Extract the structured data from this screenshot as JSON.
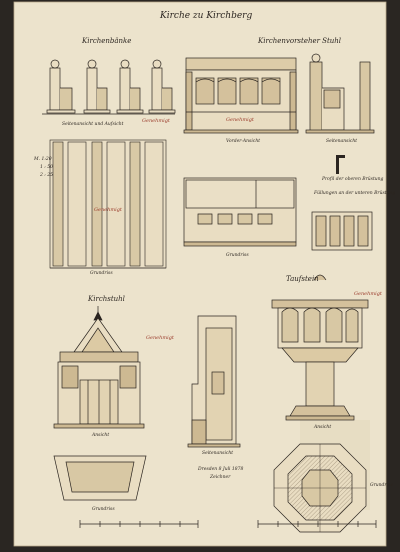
{
  "sheet": {
    "title": "Kirche zu Kirchberg",
    "paper_color": "#ece3cc",
    "ink_color": "#2b2520",
    "wash_color": "#c9b48c",
    "stamp_color": "#9a3a2a"
  },
  "sections": {
    "pew_ends": {
      "heading": "Kirchenbänke",
      "caption": "Seitenansicht und Aufsicht",
      "stamp": "Genehmigt"
    },
    "church_council_chair": {
      "heading": "Kirchenvorsteher Stuhl",
      "front_caption": "Vorder-Ansicht",
      "side_caption": "Seitenansicht",
      "plan_caption": "Grundriss",
      "stamp": "Genehmigt"
    },
    "floor_plan": {
      "caption": "Grundriss",
      "stamp": "Genehmigt",
      "scale_note_lines": [
        "M. 1:20",
        "1 : 50",
        "2 : 25"
      ]
    },
    "profile_note": "Profil der oberen Brüstung",
    "lower_panel_note": "Füllungen an der unteren Brüstung",
    "pulpit": {
      "heading": "Kirchstuhl",
      "front_caption": "Ansicht",
      "side_caption": "Seitenansicht",
      "plan_caption": "Grundriss",
      "stamp": "Genehmigt"
    },
    "font": {
      "heading": "Taufstein",
      "front_caption": "Ansicht",
      "plan_caption": "Grundriss",
      "stamp": "Genehmigt"
    },
    "signature": {
      "place_date": "Dresden 8 Juli 1878",
      "name": "Zeichner"
    }
  }
}
